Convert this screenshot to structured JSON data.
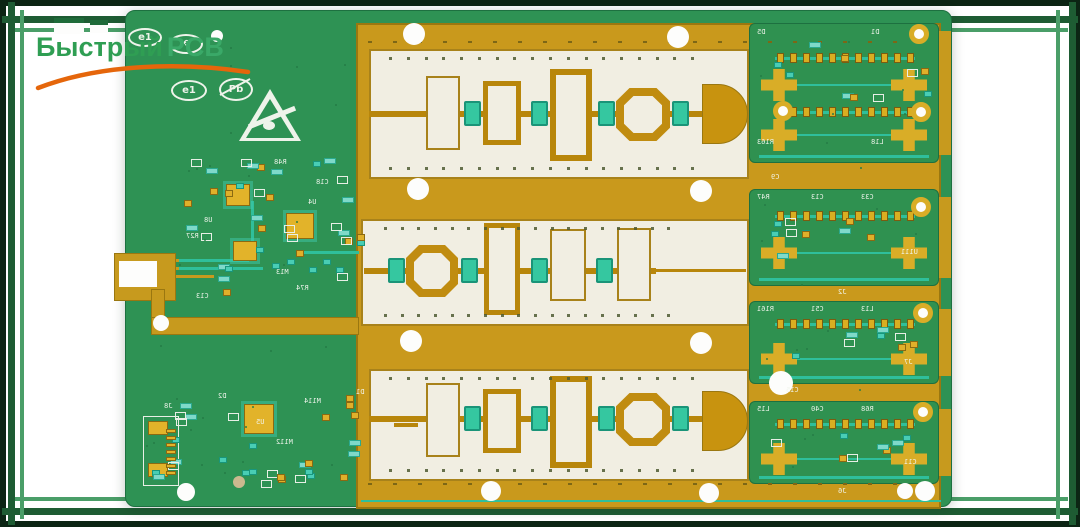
{
  "watermark": {
    "brand_primary": "Быстрый",
    "brand_secondary": "PCB",
    "text_color": "#2f9e53",
    "swoosh_color": "#e5660b"
  },
  "frame": {
    "outer_bg": "#0c2514",
    "line_dark": "#1e5c33",
    "line_light": "#4a9e68",
    "card": "#ffffff"
  },
  "board": {
    "markings": {
      "e_mark_top": "e1",
      "e_mark": "e1",
      "lead_free": "Pb"
    },
    "icons": {
      "esd_triangle": "esd-warning-triangle-icon",
      "circular_arrow": "conformity-arrow-mark-icon",
      "lead_free_cross": "crossed-pb-mark-icon"
    },
    "colors": {
      "board_green": "#2e9254",
      "block_green": "#2f9150",
      "gold": "#c9991c",
      "gold_dark": "#8f6c12",
      "substrate_white": "#f1eee2",
      "cap_teal": "#35c7a0",
      "trace_teal": "#2fbf9b",
      "silkscreen_white": "#f2f6ee"
    },
    "silkscreen": {
      "cluster_top": [
        "R48",
        "C18",
        "U4",
        "U8",
        "R27",
        "M13",
        "R74",
        "C13"
      ],
      "cluster_bottom": [
        "M114",
        "D1",
        "M112",
        "U5",
        "D2",
        "J8"
      ],
      "block1": [
        "D5",
        "D1",
        "R163",
        "L18"
      ],
      "block2": [
        "R47",
        "C13",
        "C33",
        "U111"
      ],
      "block3": [
        "R161",
        "C51",
        "L13",
        "J7"
      ],
      "block4": [
        "L15",
        "C40",
        "R68",
        "C11"
      ],
      "separators": [
        "C9",
        "J2",
        "C15",
        "J6"
      ]
    }
  }
}
